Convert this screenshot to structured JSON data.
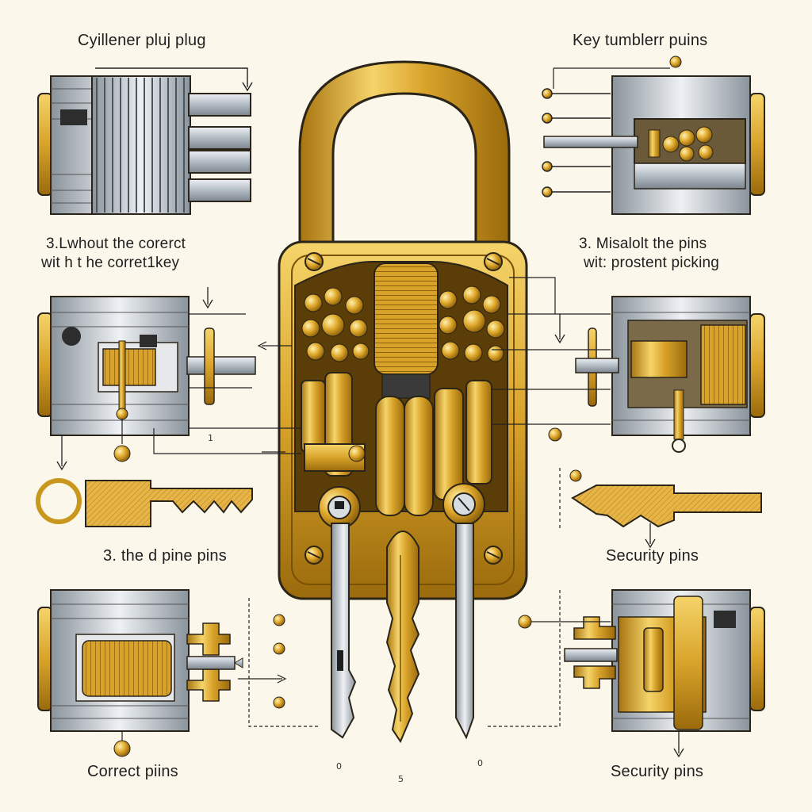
{
  "labels": {
    "top_left": "Cyillener pluj plug",
    "top_right": "Key tumblerr  puins",
    "mid_left_line1": "3.Lwhout the corerct",
    "mid_left_line2": "wit h t he corret1key",
    "mid_right_line1": "3. Misalolt the pins",
    "mid_right_line2": "wit: prostent picking",
    "lower_left": "3. the d pine pins",
    "lower_right": "Security pins",
    "bottom_left": "Correct piins",
    "bottom_right": "Security pins"
  },
  "small_marks": {
    "mark_a": "1",
    "mark_b": "0",
    "mark_c": "5",
    "mark_d": "0"
  },
  "colors": {
    "background": "#fbf7ea",
    "brass": "#c9961e",
    "brass_light": "#f2cc5a",
    "steel": "#9aa3ad",
    "steel_light": "#e4e8ec",
    "outline": "#2b2418"
  }
}
